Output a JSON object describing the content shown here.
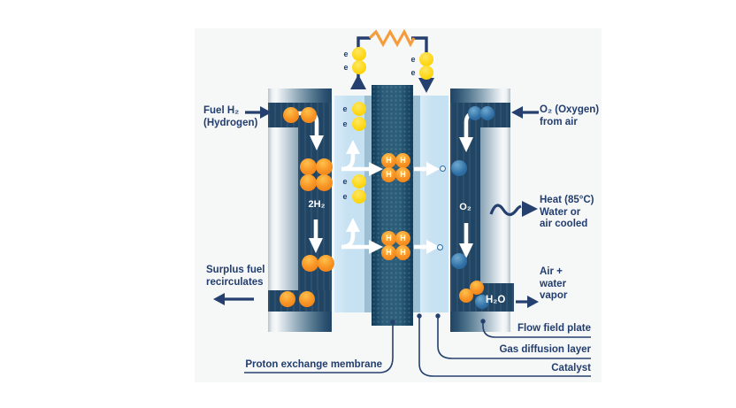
{
  "labels": {
    "fuel_line1": "Fuel H₂",
    "fuel_line2": "(Hydrogen)",
    "surplus_line1": "Surplus fuel",
    "surplus_line2": "recirculates",
    "channel_2h2": "2H₂",
    "oxygen_line1": "O₂ (Oxygen)",
    "oxygen_line2": "from air",
    "heat_line1": "Heat (85°C)",
    "heat_line2": "Water or",
    "heat_line3": "air cooled",
    "air_line1": "Air +",
    "air_line2": "water",
    "air_line3": "vapor",
    "o2_channel": "O₂",
    "h2o": "H₂O",
    "pem": "Proton exchange membrane",
    "flow_field_plate": "Flow field plate",
    "gas_diffusion_layer": "Gas diffusion layer",
    "catalyst": "Catalyst",
    "electron": "e",
    "h": "H"
  },
  "colors": {
    "label_navy": "#223d6f",
    "wire_navy": "#25406f",
    "resistor_orange": "#f59d3d",
    "channel_navy": "#214564",
    "membrane_teal": "#2b5d79",
    "gdl_blue": "#c6e1f2",
    "catalyst_blue": "#9dbfd3",
    "h2_orange": "#f79122",
    "electron_yellow": "#fed712",
    "o2_blue": "#2f6fa5",
    "card_bg": "#f6f7f7"
  }
}
